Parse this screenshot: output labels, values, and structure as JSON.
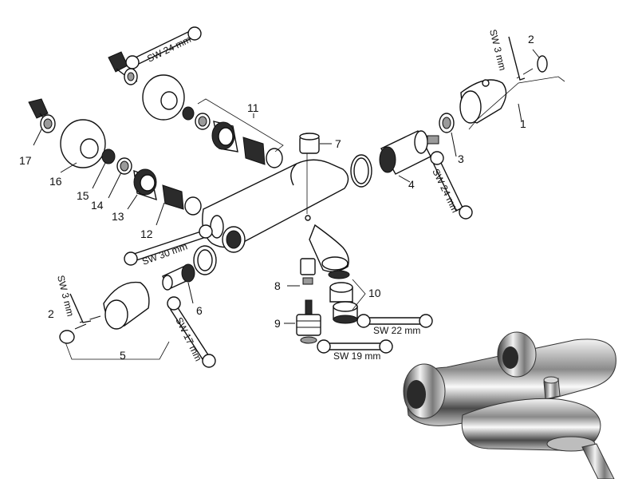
{
  "part_numbers": {
    "p1": "1",
    "p2_right": "2",
    "p2_left": "2",
    "p3": "3",
    "p4": "4",
    "p5": "5",
    "p6": "6",
    "p7": "7",
    "p8": "8",
    "p9": "9",
    "p10": "10",
    "p11": "11",
    "p12": "12",
    "p13": "13",
    "p14": "14",
    "p15": "15",
    "p16": "16",
    "p17": "17"
  },
  "wrench_sizes": {
    "sw24_top": "SW 24 mm",
    "sw3_top": "SW 3 mm",
    "sw24_right": "SW 24 mm",
    "sw30": "SW 30 mm",
    "sw3_left": "SW 3 mm",
    "sw17": "SW 17 mm",
    "sw22": "SW 22 mm",
    "sw19": "SW 19 mm"
  }
}
